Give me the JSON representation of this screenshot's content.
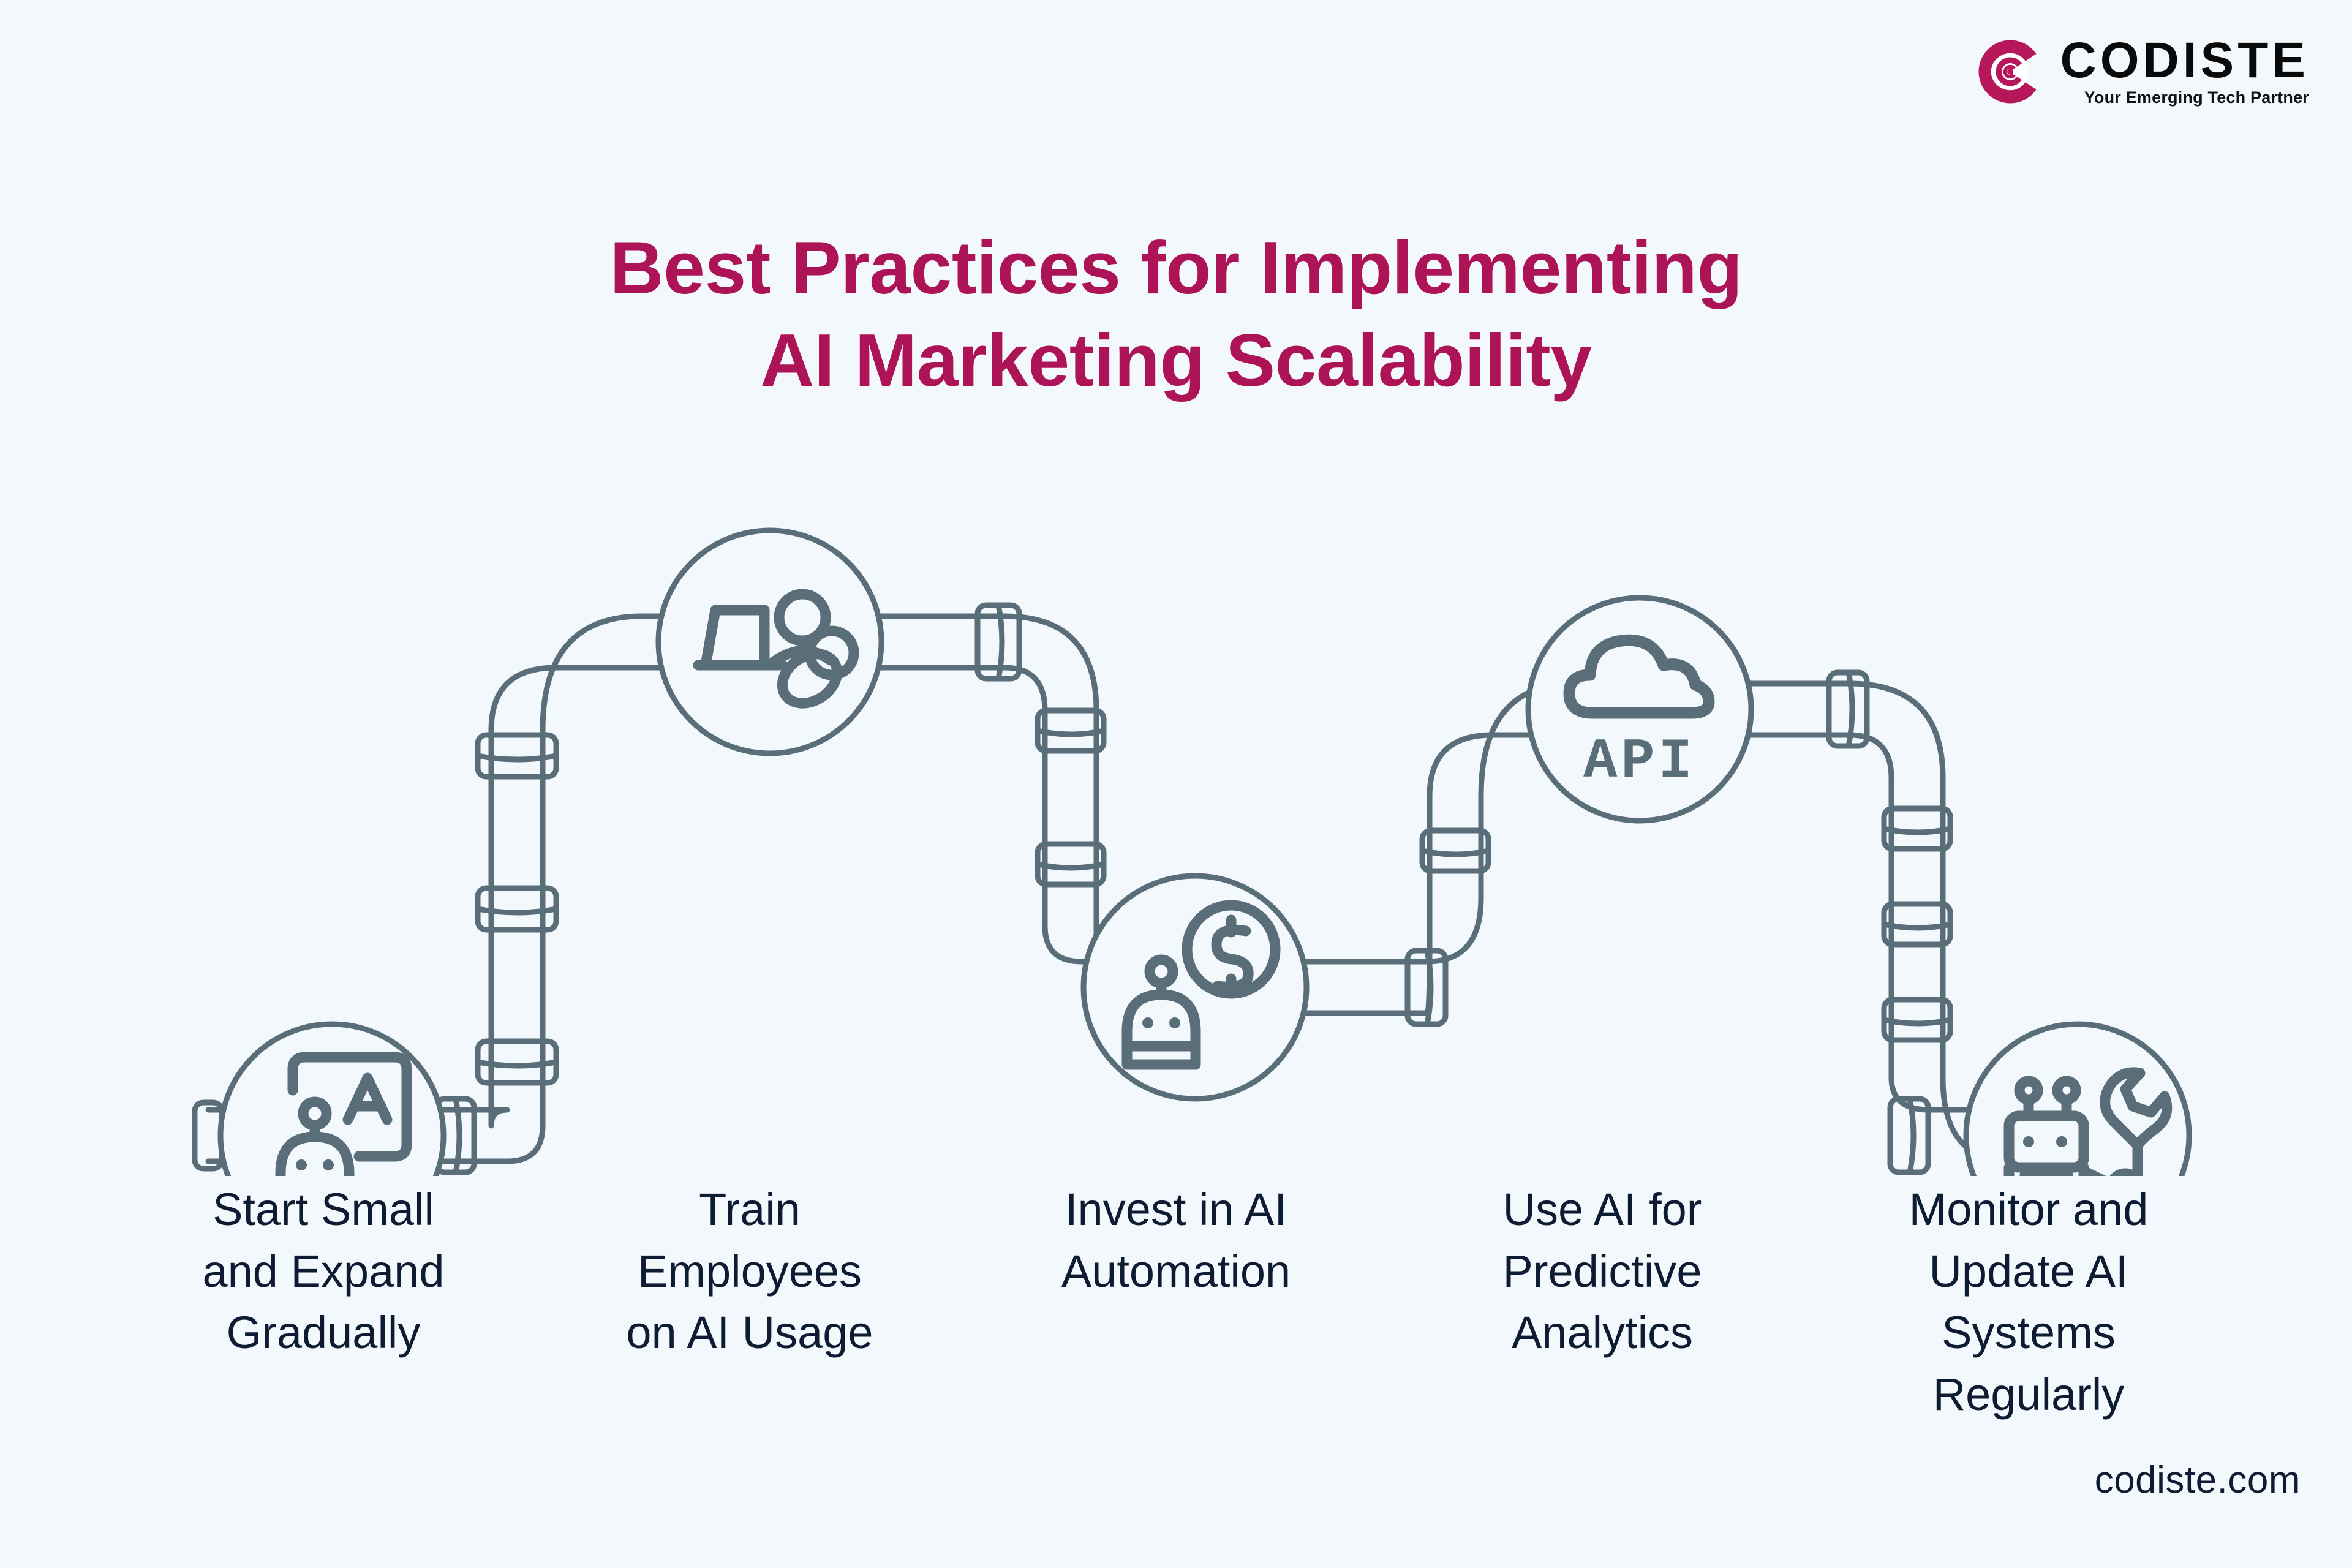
{
  "brand": {
    "logo_name": "CODISTE",
    "logo_tagline": "Your Emerging Tech Partner",
    "logo_icon": "codiste-circle-mark",
    "accent_color": "#ad1457",
    "footer_url": "codiste.com"
  },
  "title": {
    "line1": "Best Practices for Implementing",
    "line2": "AI Marketing Scalability"
  },
  "theme": {
    "background_color": "#f2f8fb",
    "pipe_stroke_color": "#5a6e7a",
    "label_text_color": "#0d1b33"
  },
  "steps": [
    {
      "index": 1,
      "icon": "robot-with-letter-a-board-icon",
      "label_lines": [
        "Start Small",
        "and Expand",
        "Gradually"
      ],
      "label_text": "Start Small and Expand Gradually"
    },
    {
      "index": 2,
      "icon": "laptop-with-people-training-icon",
      "label_lines": [
        "Train",
        "Employees",
        "on AI Usage"
      ],
      "label_text": "Train Employees on AI Usage"
    },
    {
      "index": 3,
      "icon": "robot-with-dollar-coin-icon",
      "label_lines": [
        "Invest in AI",
        "Automation"
      ],
      "label_text": "Invest in AI Automation"
    },
    {
      "index": 4,
      "icon": "cloud-api-icon",
      "icon_text": "API",
      "label_lines": [
        "Use AI for",
        "Predictive",
        "Analytics"
      ],
      "label_text": "Use AI for Predictive Analytics"
    },
    {
      "index": 5,
      "icon": "robot-with-wrench-icon",
      "label_lines": [
        "Monitor and",
        "Update AI",
        "Systems",
        "Regularly"
      ],
      "label_text": "Monitor and Update AI Systems Regularly"
    }
  ]
}
